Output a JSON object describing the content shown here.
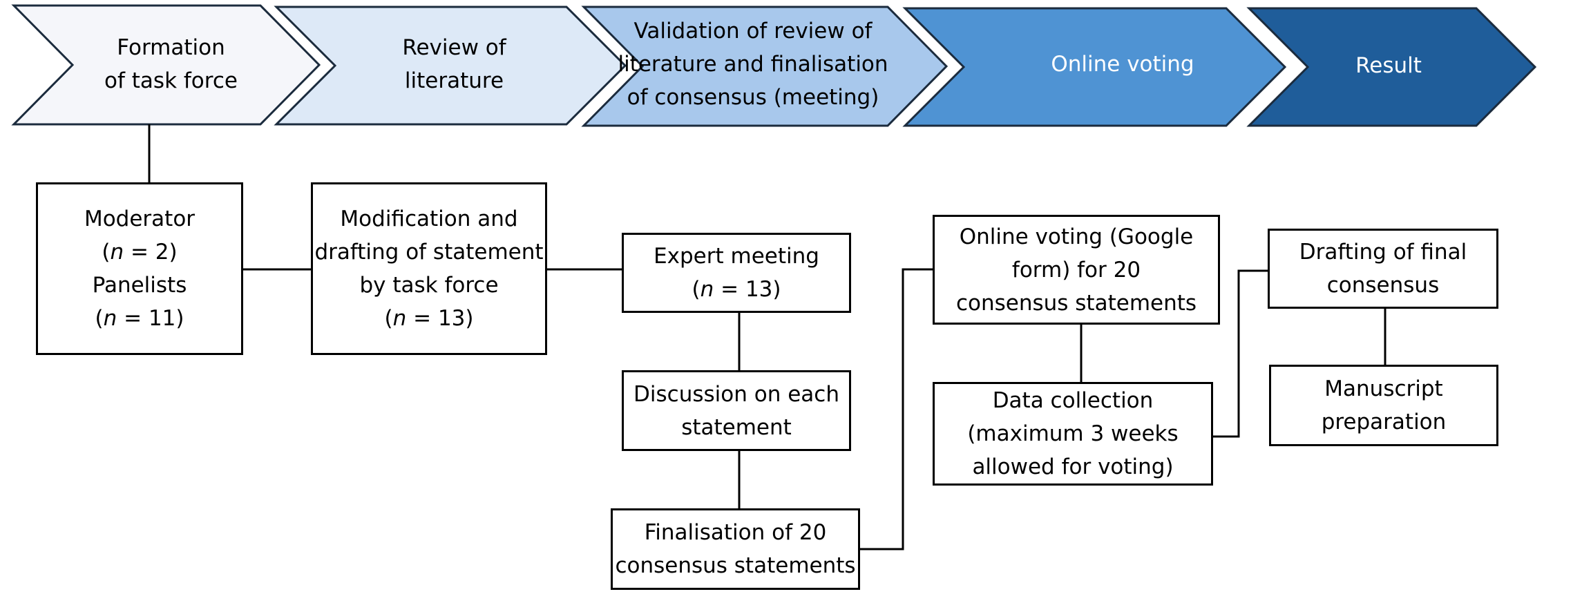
{
  "stages": [
    {
      "lines": [
        "Formation",
        "of task force"
      ],
      "fill": "#f5f6fa",
      "text_color": "#000000"
    },
    {
      "lines": [
        "Review of",
        "literature"
      ],
      "fill": "#dde9f7",
      "text_color": "#000000"
    },
    {
      "lines": [
        "Validation of review of",
        "literature and finalisation",
        "of consensus (meeting)"
      ],
      "fill": "#a8c8ec",
      "text_color": "#000000"
    },
    {
      "lines": [
        "Online voting"
      ],
      "fill": "#4f93d3",
      "text_color": "#ffffff"
    },
    {
      "lines": [
        "Result"
      ],
      "fill": "#1f5d9a",
      "text_color": "#ffffff"
    }
  ],
  "boxes": {
    "moderator": {
      "line1": "Moderator",
      "n_label": "n",
      "line2_value": " = 2)",
      "line3": "Panelists",
      "line4_value": " = 11)"
    },
    "modification": {
      "line1": "Modification and",
      "line2": "drafting of statement",
      "line3": "by task force",
      "n_label": "n",
      "line4_value": " = 13)"
    },
    "expert_meeting": {
      "line1": "Expert meeting",
      "n_label": "n",
      "line2_value": " = 13)"
    },
    "discussion": {
      "line1": "Discussion on each",
      "line2": "statement"
    },
    "finalisation": {
      "line1": "Finalisation of 20",
      "line2": "consensus statements"
    },
    "online_voting": {
      "line1": "Online voting (Google",
      "line2": "form) for 20",
      "line3": "consensus statements"
    },
    "data_collection": {
      "line1": "Data collection",
      "line2": "(maximum 3 weeks",
      "line3": "allowed for voting)"
    },
    "drafting_final": {
      "line1": "Drafting of final",
      "line2": "consensus"
    },
    "manuscript": {
      "line1": "Manuscript",
      "line2": "preparation"
    }
  }
}
